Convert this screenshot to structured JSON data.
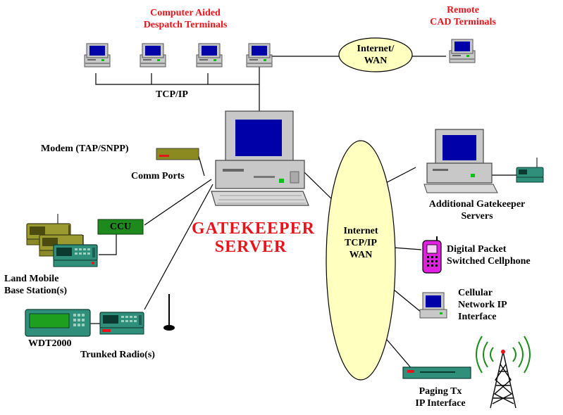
{
  "labels": {
    "cad_title": [
      "Computer Aided",
      "Despatch Terminals"
    ],
    "remote_title": [
      "Remote",
      "CAD Terminals"
    ],
    "internet_wan_top": [
      "Internet/",
      "WAN"
    ],
    "tcpip": "TCP/IP",
    "modem": "Modem (TAP/SNPP)",
    "comm_ports": "Comm Ports",
    "ccu": "CCU",
    "server_name": [
      "GATEKEEPER",
      "SERVER"
    ],
    "internet_wan_big": [
      "Internet",
      "TCP/IP",
      "WAN"
    ],
    "land_mobile": [
      "Land Mobile",
      "Base Station(s)"
    ],
    "wdt": "WDT2000",
    "trunked": "Trunked Radio(s)",
    "additional": [
      "Additional Gatekeeper",
      "Servers"
    ],
    "digital_packet": [
      "Digital Packet",
      "Switched Cellphone"
    ],
    "cellular": [
      "Cellular",
      "Network IP",
      "Interface"
    ],
    "paging": [
      "Paging Tx",
      "IP Interface"
    ]
  },
  "colors": {
    "title_red": "#e8141b",
    "cloud_yellow": "#ffffc0",
    "ccu_green": "#1e8a1e",
    "screen_blue": "#0000a8",
    "equipment_teal": "#2f8f7a",
    "base_olive": "#9a9a30",
    "phone_magenta": "#e020e0",
    "modem_olive": "#8a8a20"
  },
  "icons": [
    "cad-terminal-icon",
    "server-icon",
    "modem-icon",
    "base-station-icon",
    "radio-icon",
    "antenna-icon",
    "cellphone-icon",
    "tower-icon"
  ]
}
